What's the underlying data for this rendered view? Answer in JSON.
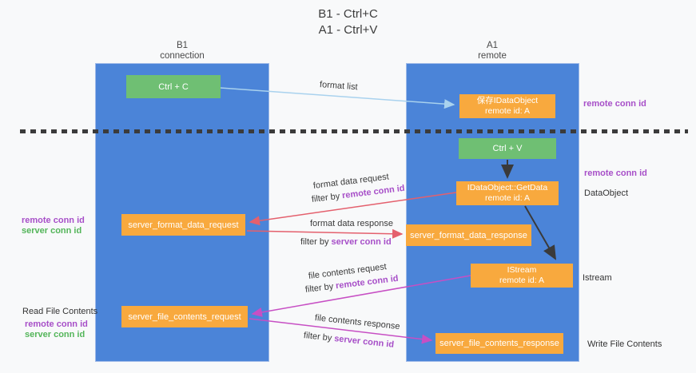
{
  "palette": {
    "background": "#f8f9fa",
    "lane_blue": "#4b84d8",
    "box_green": "#6fbf73",
    "box_orange": "#f8a93e",
    "arrow_red": "#e4606d",
    "arrow_magenta": "#c74fc4",
    "arrow_lightblue": "#a9d2ee",
    "arrow_black": "#3a3a3a",
    "text_purple": "#a74fc8",
    "text_green": "#53b559"
  },
  "title": {
    "line1": "B1 - Ctrl+C",
    "line2": "A1 - Ctrl+V"
  },
  "columns": {
    "left": {
      "header_top": "B1",
      "header_bottom": "connection"
    },
    "right": {
      "header_top": "A1",
      "header_bottom": "remote"
    }
  },
  "nodes": {
    "ctrl_c": {
      "label": "Ctrl + C"
    },
    "ctrl_v": {
      "label": "Ctrl + V"
    },
    "save_dataobject": {
      "line1": "保存IDataObject",
      "line2": "remote id: A"
    },
    "getdata": {
      "line1": "IDataObject::GetData",
      "line2": "remote id: A"
    },
    "istream": {
      "line1": "IStream",
      "line2": "remote id: A"
    },
    "server_format_data_request": {
      "label": "server_format_data_request"
    },
    "server_format_data_response": {
      "label": "server_format_data_response"
    },
    "server_file_contents_request": {
      "label": "server_file_contents_request"
    },
    "server_file_contents_response": {
      "label": "server_file_contents_response"
    }
  },
  "edge_labels": {
    "format_list": "format list",
    "format_data_request": "format data request",
    "format_data_response": "format data response",
    "file_contents_request": "file contents request",
    "file_contents_response": "file contents response",
    "filter_by": "filter by"
  },
  "terms": {
    "remote_conn_id": "remote conn id",
    "server_conn_id": "server conn id"
  },
  "side_labels": {
    "dataobject": "DataObject",
    "istream": "Istream",
    "read_file_contents": "Read File Contents",
    "write_file_contents": "Write File Contents"
  }
}
